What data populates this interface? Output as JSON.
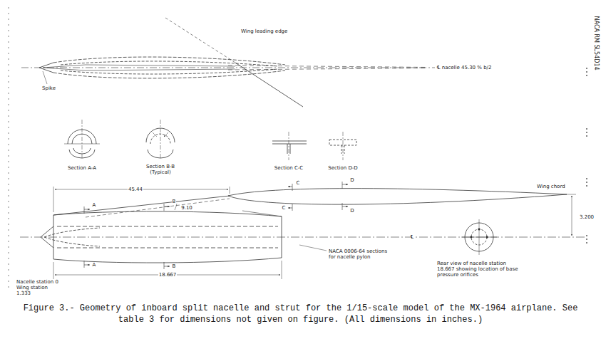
{
  "diagram": {
    "caption": "Figure 3.- Geometry of inboard split nacelle and strut for the 1/15-scale model of the MX-1964 airplane. See table 3 for dimensions not given on figure. (All dimensions in inches.)",
    "labels": [
      "Wing leading edge",
      "Spike",
      "℄ nacelle 45.30 % b/2",
      "NACA RM SL54D14",
      "Section A-A",
      "Section B-B (Typical)",
      "Section C-C",
      "Section D-D",
      "45.44",
      "C",
      "D",
      "A",
      "B",
      "9.10",
      "Wing chord",
      "3.200",
      "C",
      "D",
      "℄",
      "A",
      "B",
      "NACA 0006-64 sections for nacelle pylon",
      "Rear view of nacelle station 18.667 showing location of base pressure orifices",
      "Nacelle station 0 Wing station 1.333",
      "18.667"
    ]
  }
}
